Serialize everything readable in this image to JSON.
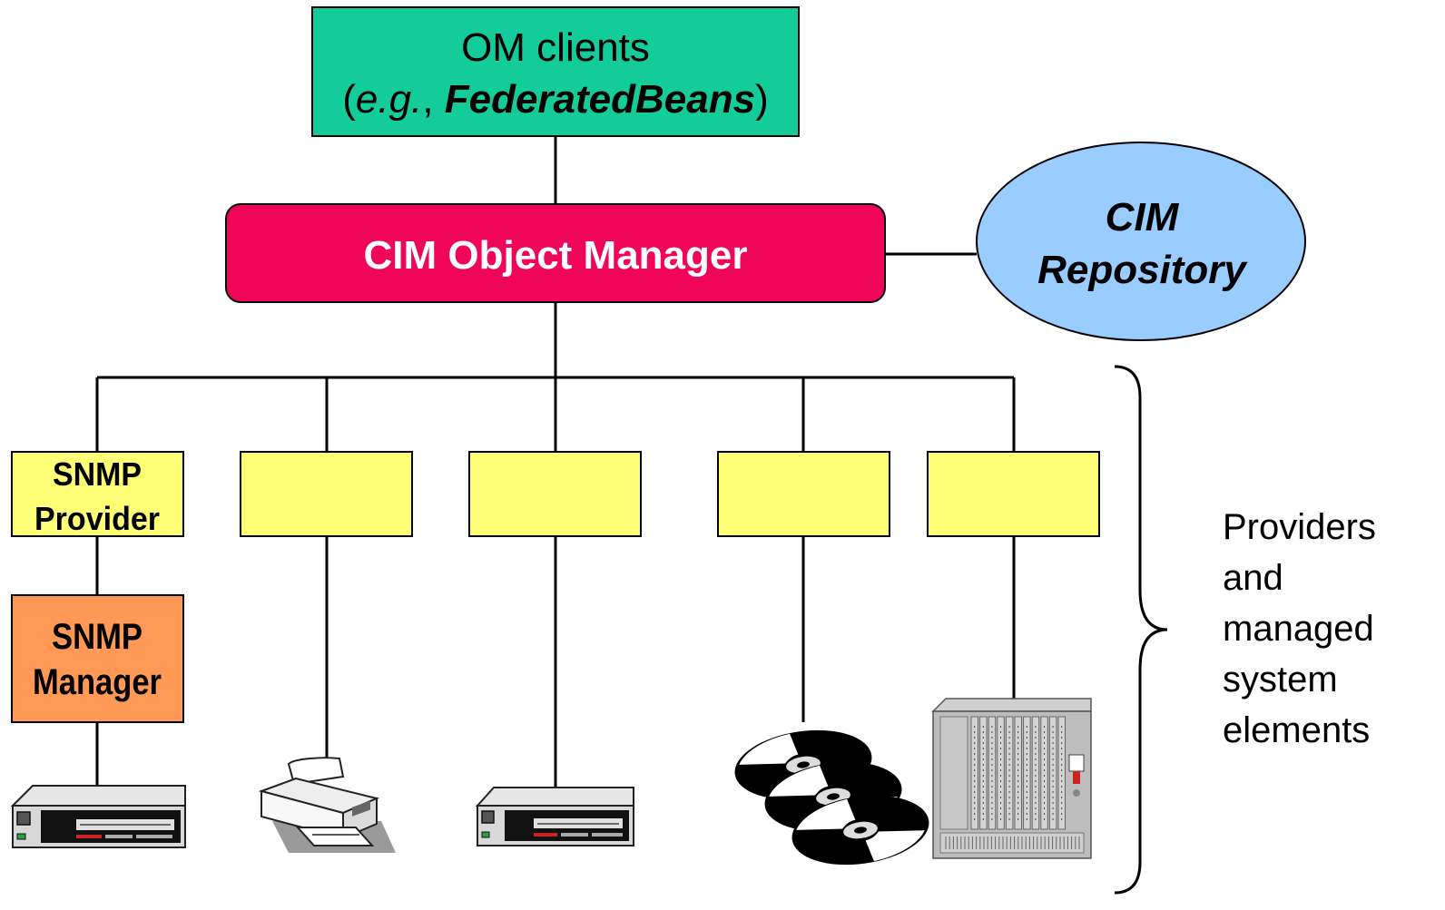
{
  "om_clients": {
    "line1": "OM clients",
    "line2_open": "(",
    "line2_eg": "e.g.",
    "line2_comma": ", ",
    "line2_name": "FederatedBeans",
    "line2_close": ")",
    "fill": "#14cc99"
  },
  "cim_object_manager": {
    "label": "CIM Object Manager",
    "fill": "#f00658"
  },
  "cim_repository": {
    "line1": "CIM",
    "line2": "Repository",
    "fill": "#99ccff"
  },
  "providers": [
    {
      "line1": "SNMP",
      "line2": "Provider"
    },
    {
      "line1": "",
      "line2": ""
    },
    {
      "line1": "",
      "line2": ""
    },
    {
      "line1": "",
      "line2": ""
    },
    {
      "line1": "",
      "line2": ""
    }
  ],
  "provider_fill": "#ffff77",
  "snmp_manager": {
    "line1": "SNMP",
    "line2": "Manager",
    "fill": "#ff9955"
  },
  "devices": [
    {
      "icon": "server-icon"
    },
    {
      "icon": "printer-icon"
    },
    {
      "icon": "desktop-icon"
    },
    {
      "icon": "disks-icon"
    },
    {
      "icon": "rack-icon"
    }
  ],
  "brace_label": [
    "Providers",
    "and",
    "managed",
    "system",
    "elements"
  ]
}
